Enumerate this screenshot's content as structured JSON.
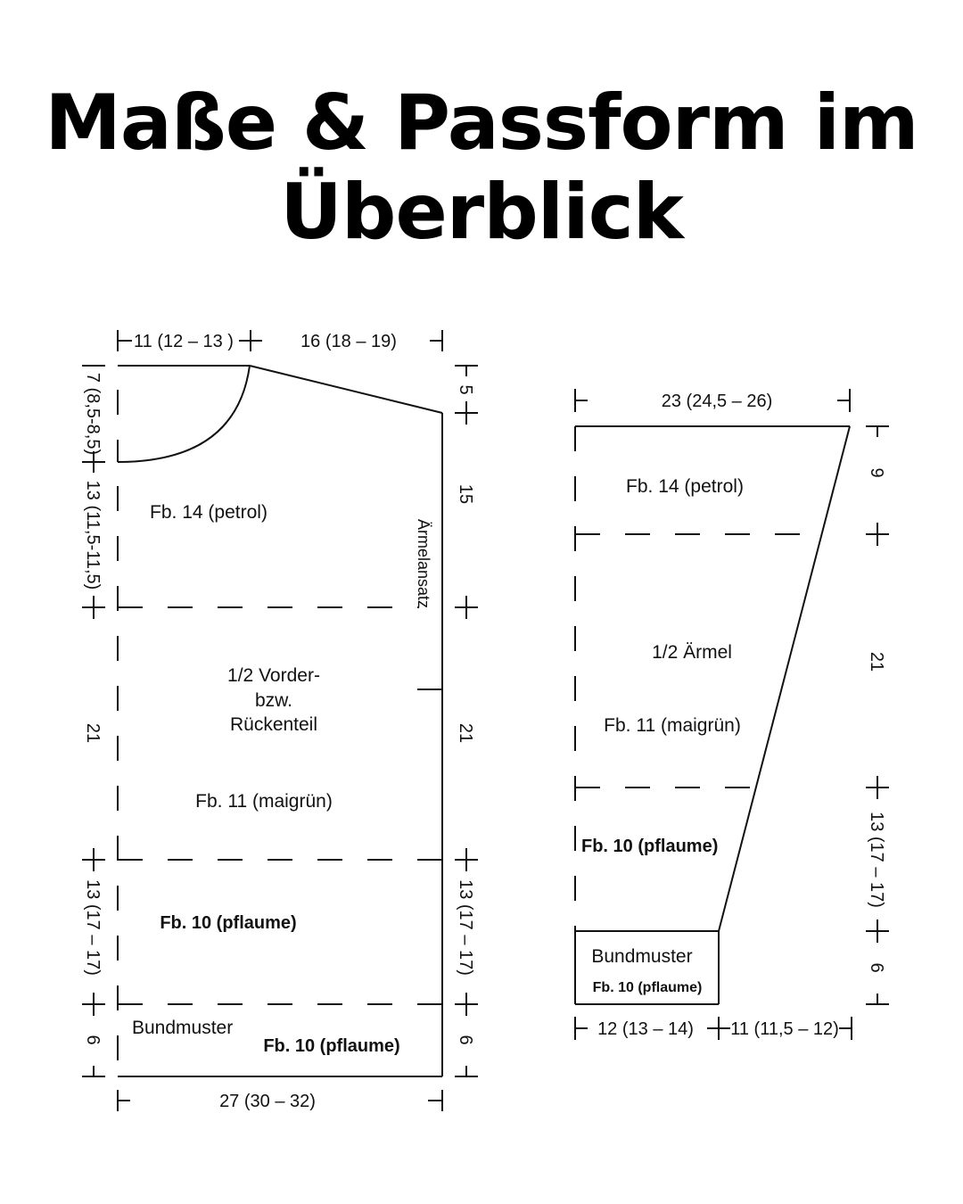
{
  "title": {
    "line1": "Maße & Passform im",
    "line2": "Überblick"
  },
  "body_piece": {
    "width_top_neck": "11 (12 – 13 )",
    "width_top_shoulder": "16 (18 – 19)",
    "width_bottom": "27 (30 – 32)",
    "left_neck_depth": "7 (8,5-8,5)",
    "left_upper": "13 (11,5-11,5)",
    "left_mid": "21",
    "left_stripe": "13 (17 – 17)",
    "left_band": "6",
    "right_shoulder": "5",
    "right_armhole": "15",
    "right_mid": "21",
    "right_stripe": "13 (17 – 17)",
    "right_band": "6",
    "armhole_label": "Ärmelansatz",
    "color_top": "Fb. 14 (petrol)",
    "piece_label_1": "1/2 Vorder-",
    "piece_label_2": "bzw.",
    "piece_label_3": "Rückenteil",
    "color_mid": "Fb. 11 (maigrün)",
    "color_stripe": "Fb. 10 (pflaume)",
    "band_label": "Bundmuster",
    "band_color": "Fb. 10 (pflaume)"
  },
  "sleeve_piece": {
    "width_top": "23 (24,5 – 26)",
    "width_bottom_left": "12 (13 – 14)",
    "width_bottom_right": "11 (11,5 – 12)",
    "right_top": "9",
    "right_mid": "21",
    "right_stripe": "13 (17 – 17)",
    "right_band": "6",
    "color_top": "Fb. 14 (petrol)",
    "piece_label": "1/2 Ärmel",
    "color_mid": "Fb. 11 (maigrün)",
    "color_stripe": "Fb. 10 (pflaume)",
    "band_label": "Bundmuster",
    "band_color": "Fb. 10 (pflaume)"
  }
}
